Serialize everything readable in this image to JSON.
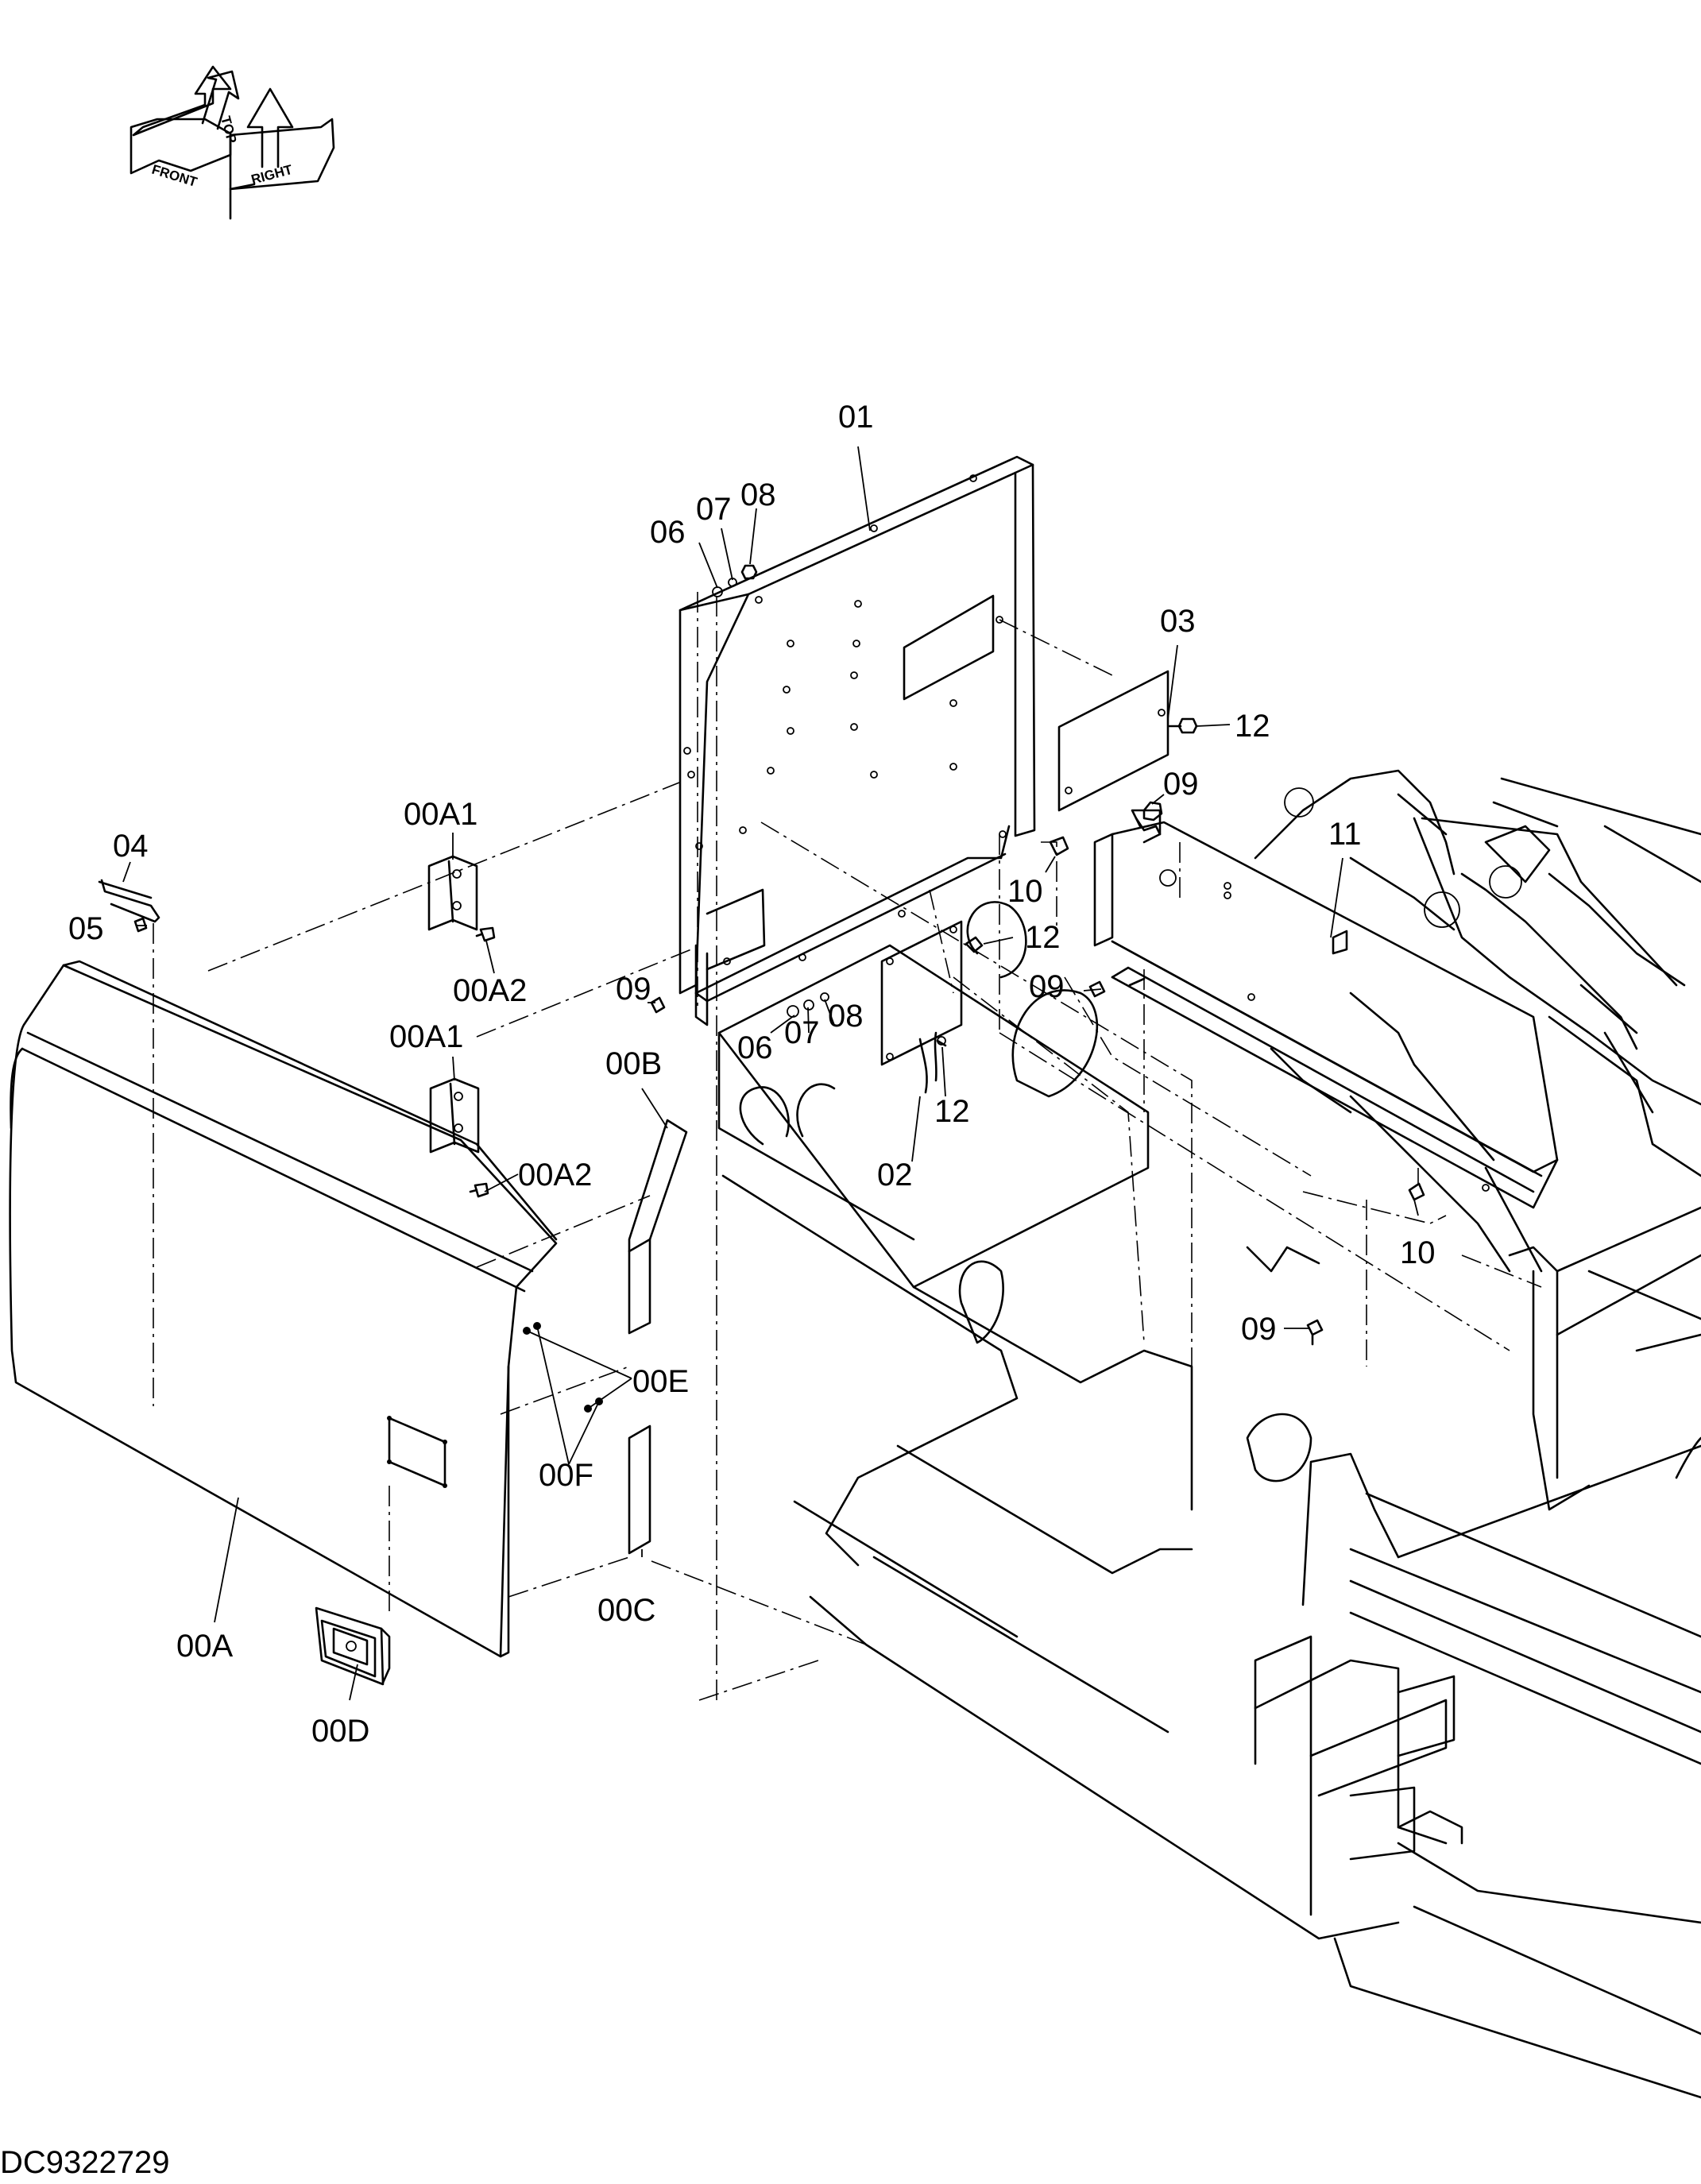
{
  "orientation": {
    "front": "FRONT",
    "top": "TOP",
    "right": "RIGHT"
  },
  "callouts": [
    {
      "id": "c01",
      "text": "01"
    },
    {
      "id": "c06a",
      "text": "06"
    },
    {
      "id": "c07a",
      "text": "07"
    },
    {
      "id": "c08a",
      "text": "08"
    },
    {
      "id": "c03",
      "text": "03"
    },
    {
      "id": "c12a",
      "text": "12"
    },
    {
      "id": "c09a",
      "text": "09"
    },
    {
      "id": "c11",
      "text": "11"
    },
    {
      "id": "c10a",
      "text": "10"
    },
    {
      "id": "c12b",
      "text": "12"
    },
    {
      "id": "c09b",
      "text": "09"
    },
    {
      "id": "c09c",
      "text": "09"
    },
    {
      "id": "c06b",
      "text": "06"
    },
    {
      "id": "c07b",
      "text": "07"
    },
    {
      "id": "c08b",
      "text": "08"
    },
    {
      "id": "c02",
      "text": "02"
    },
    {
      "id": "c12c",
      "text": "12"
    },
    {
      "id": "c09d",
      "text": "09"
    },
    {
      "id": "c10b",
      "text": "10"
    },
    {
      "id": "c04",
      "text": "04"
    },
    {
      "id": "c05",
      "text": "05"
    },
    {
      "id": "c00A1a",
      "text": "00A1"
    },
    {
      "id": "c00A2a",
      "text": "00A2"
    },
    {
      "id": "c00A1b",
      "text": "00A1"
    },
    {
      "id": "c00A2b",
      "text": "00A2"
    },
    {
      "id": "c00B",
      "text": "00B"
    },
    {
      "id": "c00E",
      "text": "00E"
    },
    {
      "id": "c00F",
      "text": "00F"
    },
    {
      "id": "c00C",
      "text": "00C"
    },
    {
      "id": "c00A",
      "text": "00A"
    },
    {
      "id": "c00D",
      "text": "00D"
    }
  ],
  "drawing_code": "DC9322729"
}
